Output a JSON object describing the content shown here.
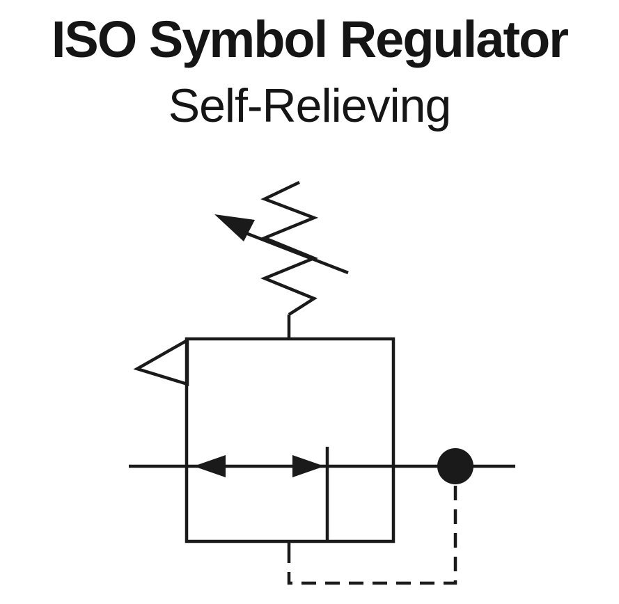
{
  "header": {
    "title": "ISO Symbol Regulator",
    "subtitle": "Self-Relieving"
  },
  "diagram": {
    "label": "ISO schematic symbol of a self-relieving pressure regulator",
    "colors": {
      "line": "#1a1a1a",
      "background": "#ffffff"
    },
    "parts": [
      "adjustable-spring",
      "adjustment-arrow",
      "vent-triangle",
      "regulator-body",
      "valve-seat-line",
      "flow-path-with-arrows",
      "pilot-pickup-point",
      "pilot-feedback-dashed-line"
    ]
  }
}
